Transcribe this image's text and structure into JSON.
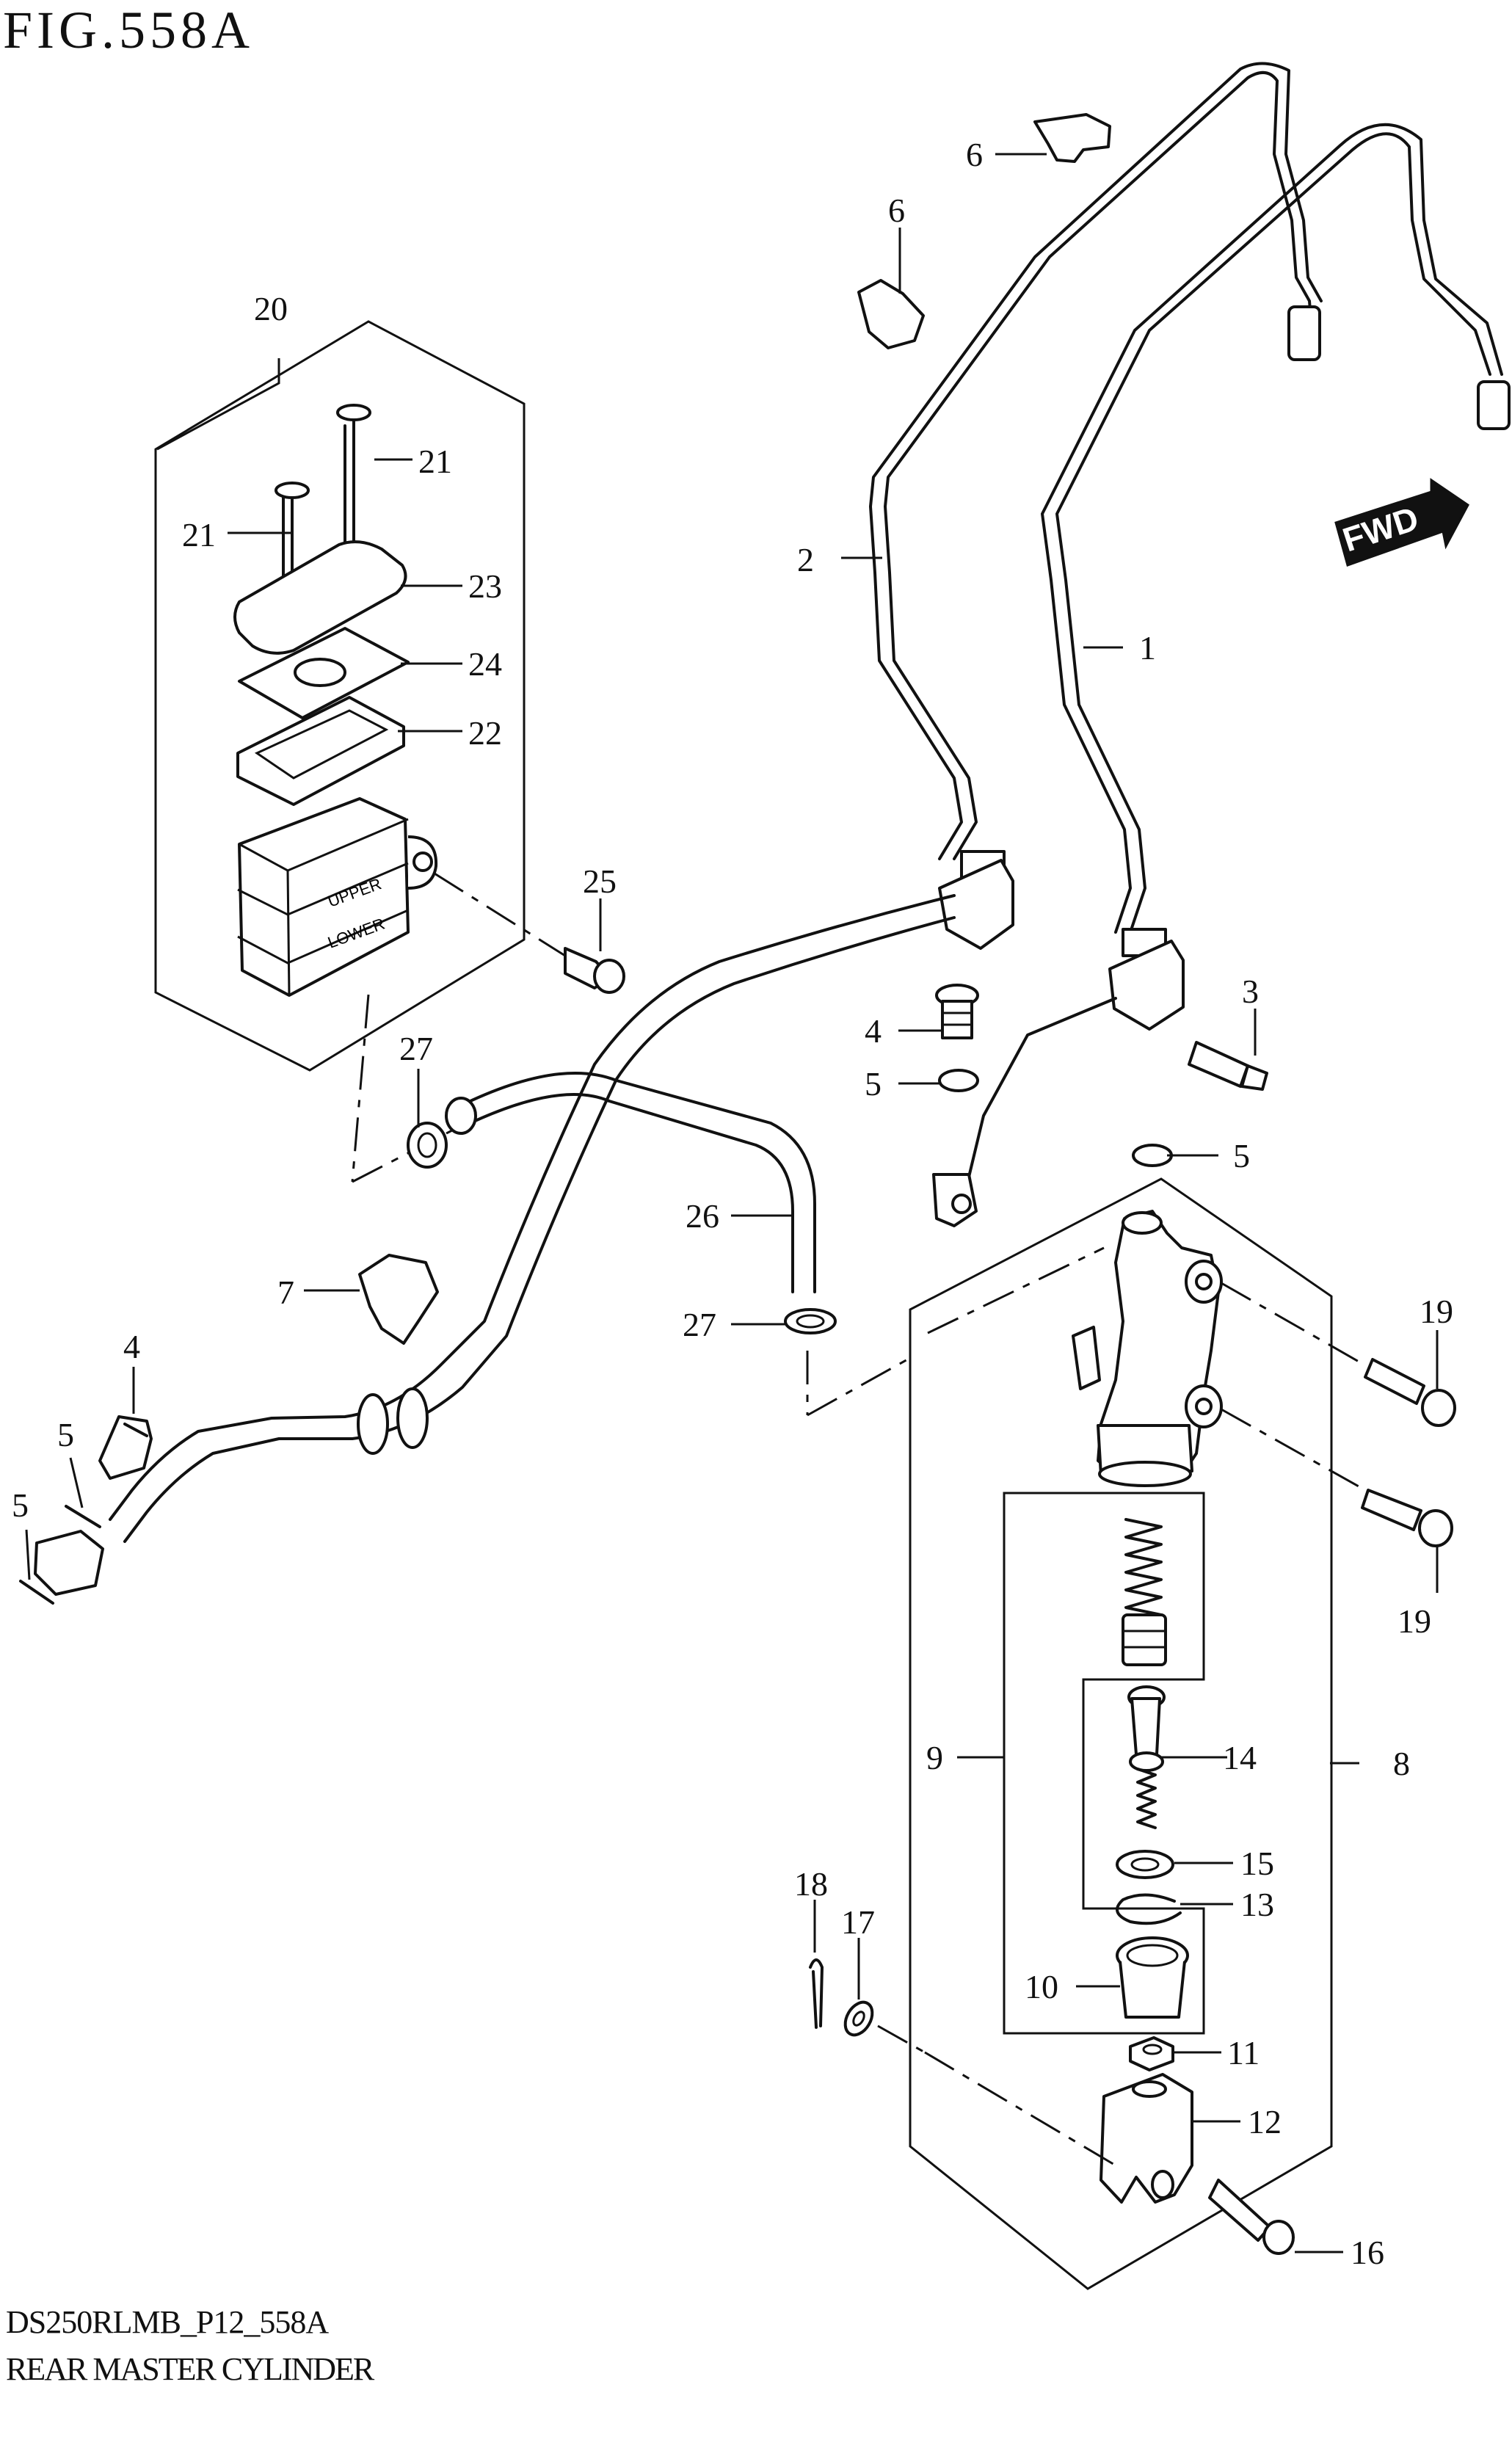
{
  "figure": {
    "title": "FIG.558A",
    "code": "DS250RLMB_P12_558A",
    "caption": "REAR MASTER CYLINDER",
    "direction_badge": "FWD"
  },
  "callouts": {
    "c1": "1",
    "c2": "2",
    "c3": "3",
    "c4a": "4",
    "c4b": "4",
    "c5a": "5",
    "c5b": "5",
    "c5c": "5",
    "c5d": "5",
    "c6a": "6",
    "c6b": "6",
    "c7": "7",
    "c8": "8",
    "c9": "9",
    "c10": "10",
    "c11": "11",
    "c12": "12",
    "c13": "13",
    "c14": "14",
    "c15": "15",
    "c16": "16",
    "c17": "17",
    "c18": "18",
    "c19a": "19",
    "c19b": "19",
    "c20": "20",
    "c21a": "21",
    "c21b": "21",
    "c22": "22",
    "c23": "23",
    "c24": "24",
    "c25": "25",
    "c26": "26",
    "c27a": "27",
    "c27b": "27"
  }
}
